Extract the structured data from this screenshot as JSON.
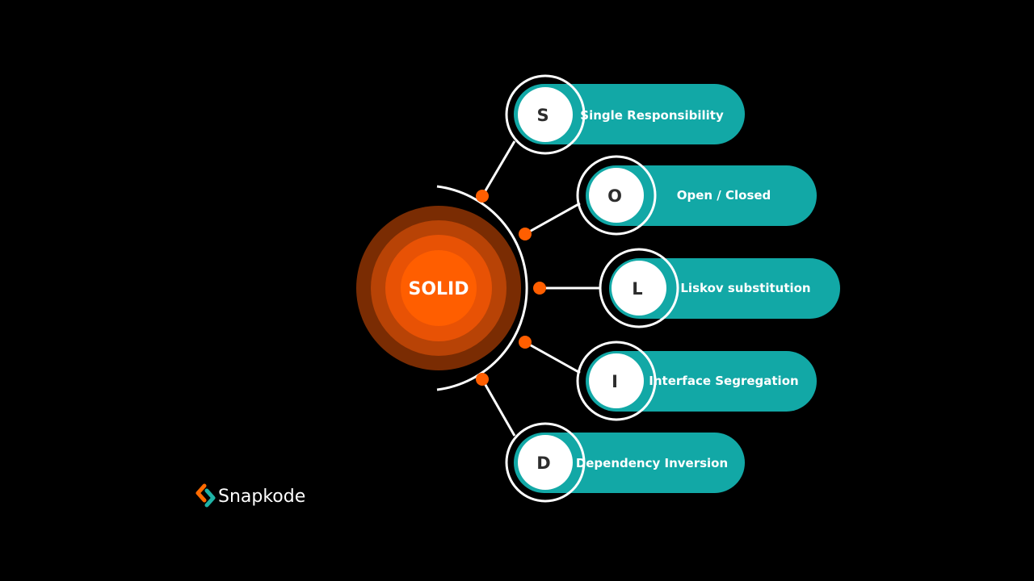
{
  "center": {
    "label": "SOLID"
  },
  "principles": [
    {
      "letter": "S",
      "label": "Single Responsibility"
    },
    {
      "letter": "O",
      "label": "Open / Closed"
    },
    {
      "letter": "L",
      "label": "Liskov substitution"
    },
    {
      "letter": "I",
      "label": "Interface Segregation"
    },
    {
      "letter": "D",
      "label": "Dependency Inversion"
    }
  ],
  "brand": {
    "name": "Snapkode"
  },
  "colors": {
    "background": "#000000",
    "teal": "#12a8a6",
    "orange_core": "#ff5e00",
    "orange_ring2": "#e85205",
    "orange_ring3": "#b84306",
    "orange_ring4": "#7a2c03",
    "node_dot": "#ff5e00",
    "line": "#ffffff",
    "letter_text": "#2d2d2d",
    "brand_orange": "#ff6a00",
    "brand_teal": "#1fb3a6"
  }
}
